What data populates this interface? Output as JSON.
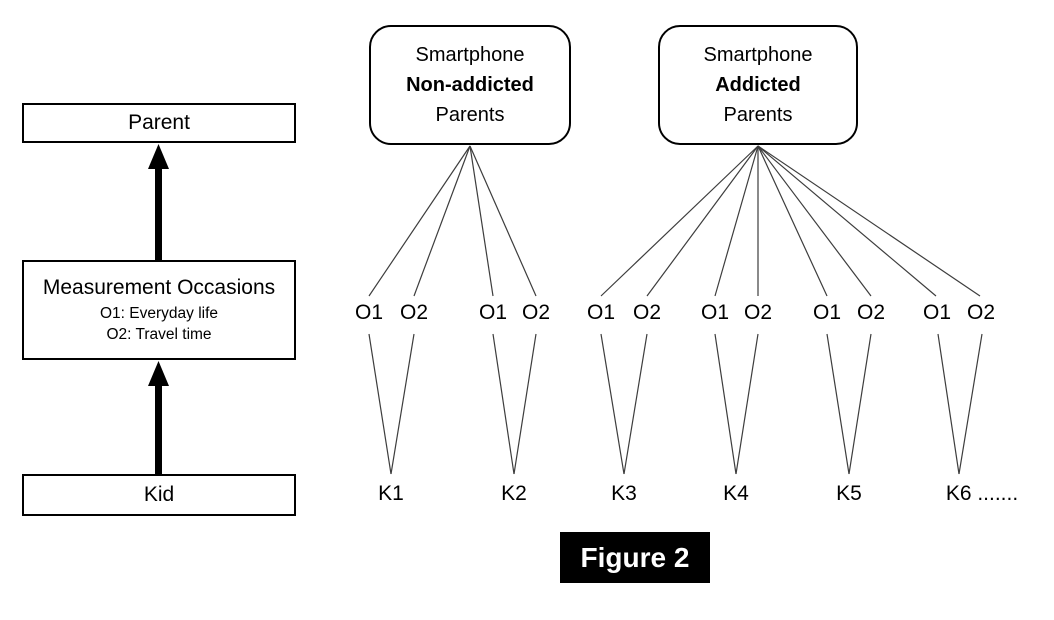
{
  "figure_label": "Figure 2",
  "colors": {
    "ink": "#000000",
    "thin_line": "#3d3d3d",
    "figure_bg": "#000000",
    "figure_text": "#ffffff",
    "background": "#ffffff"
  },
  "left_panel": {
    "parent_box": "Parent",
    "measurement_box": {
      "title": "Measurement Occasions",
      "line1": "O1: Everyday life",
      "line2": "O2: Travel time"
    },
    "kid_box": "Kid"
  },
  "groups": [
    {
      "line1": "Smartphone",
      "line2": "Non-addicted",
      "line3": "Parents"
    },
    {
      "line1": "Smartphone",
      "line2": "Addicted",
      "line3": "Parents"
    }
  ],
  "occasion_labels": [
    "O1",
    "O2",
    "O1",
    "O2",
    "O1",
    "O2",
    "O1",
    "O2",
    "O1",
    "O2",
    "O1",
    "O2"
  ],
  "kid_labels": [
    "K1",
    "K2",
    "K3",
    "K4",
    "K5",
    "K6 ......."
  ]
}
